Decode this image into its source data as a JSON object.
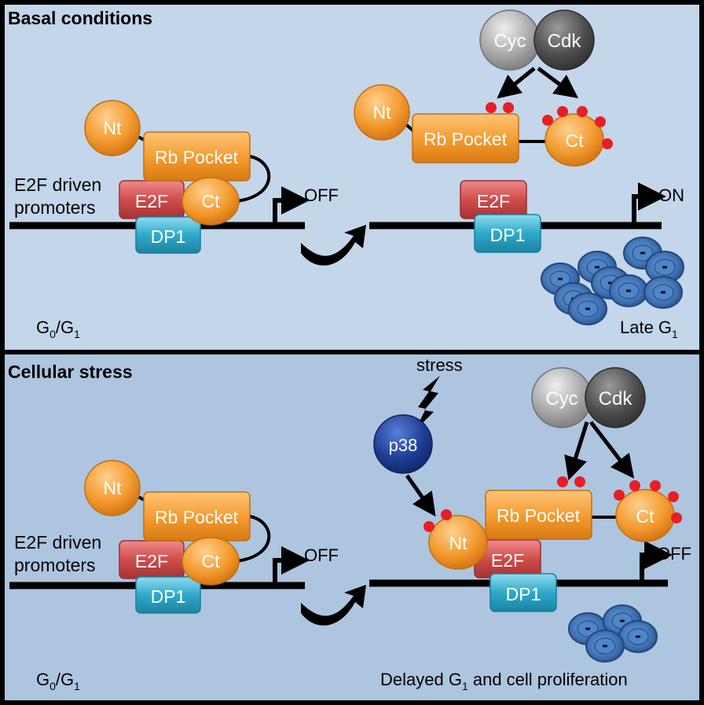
{
  "panels": [
    {
      "title": "Basal conditions",
      "left_phase": {
        "main": "G",
        "sub1": "0",
        "sep": "/G",
        "sub2": "1"
      },
      "right_phase": {
        "main": "Late G",
        "sub": "1"
      },
      "promoter_label": [
        "E2F driven",
        "promoters"
      ],
      "left_state": "OFF",
      "right_state": "ON"
    },
    {
      "title": "Cellular stress",
      "left_phase": {
        "main": "G",
        "sub1": "0",
        "sep": "/G",
        "sub2": "1"
      },
      "right_phase": {
        "main": "Delayed G",
        "sub": "1",
        "rest": " and cell proliferation"
      },
      "promoter_label": [
        "E2F driven",
        "promoters"
      ],
      "left_state": "OFF",
      "right_state": "OFF",
      "stress_label": "stress",
      "kinase": "p38"
    }
  ],
  "proteins": {
    "nt": "Nt",
    "pocket": "Rb Pocket",
    "ct": "Ct",
    "e2f": "E2F",
    "dp1": "DP1",
    "cyc": "Cyc",
    "cdk": "Cdk"
  },
  "colors": {
    "panel_top": "#c3d6ea",
    "panel_bottom": "#adc5df",
    "orange": "#f39a2e",
    "e2f_red": "#cf4d4d",
    "dp1_cyan": "#2fa9c9",
    "cyc_gray": "#a8a8a8",
    "cdk_dark": "#4e4e4e",
    "p38_blue": "#1f3f96",
    "phospho_red": "#e81e25",
    "cell_blue": "#3d6fb0"
  }
}
